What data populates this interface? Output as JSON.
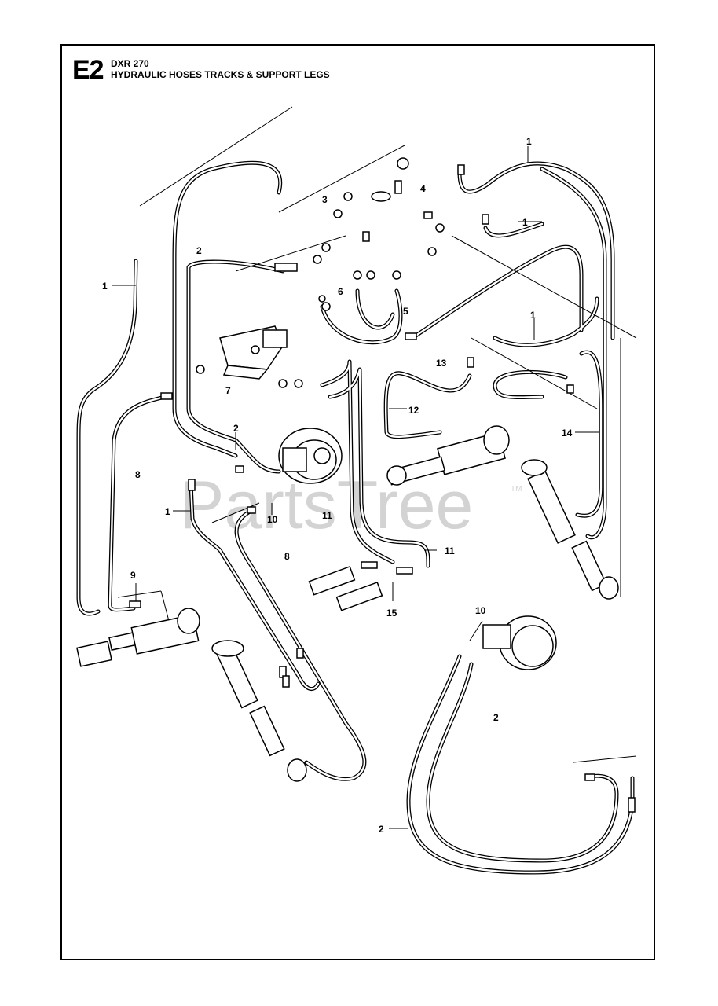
{
  "header": {
    "section_code": "E2",
    "model": "DXR 270",
    "title": "HYDRAULIC HOSES TRACKS & SUPPORT LEGS"
  },
  "watermark": {
    "text": "PartsTree",
    "mark": "TM",
    "color": "#d3d3d3"
  },
  "callouts": [
    {
      "id": "c1",
      "label": "1"
    },
    {
      "id": "c2",
      "label": "1"
    },
    {
      "id": "c3",
      "label": "1"
    },
    {
      "id": "c4",
      "label": "1"
    },
    {
      "id": "c5",
      "label": "1"
    },
    {
      "id": "c6",
      "label": "2"
    },
    {
      "id": "c7",
      "label": "2"
    },
    {
      "id": "c8",
      "label": "2"
    },
    {
      "id": "c9",
      "label": "2"
    },
    {
      "id": "c10",
      "label": "3"
    },
    {
      "id": "c11",
      "label": "4"
    },
    {
      "id": "c12",
      "label": "5"
    },
    {
      "id": "c13",
      "label": "6"
    },
    {
      "id": "c14",
      "label": "7"
    },
    {
      "id": "c15",
      "label": "8"
    },
    {
      "id": "c16",
      "label": "8"
    },
    {
      "id": "c17",
      "label": "9"
    },
    {
      "id": "c18",
      "label": "10"
    },
    {
      "id": "c19",
      "label": "10"
    },
    {
      "id": "c20",
      "label": "11"
    },
    {
      "id": "c21",
      "label": "11"
    },
    {
      "id": "c22",
      "label": "12"
    },
    {
      "id": "c23",
      "label": "13"
    },
    {
      "id": "c24",
      "label": "14"
    },
    {
      "id": "c25",
      "label": "15"
    }
  ]
}
